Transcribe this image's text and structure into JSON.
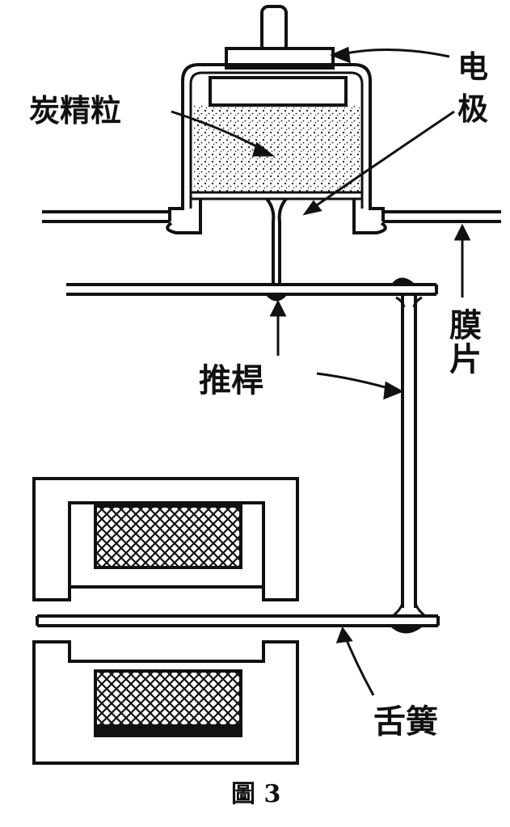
{
  "labels": {
    "carbon_granules": "炭精粒",
    "electrode_1": "电",
    "electrode_2": "极",
    "diaphragm_1": "膜",
    "diaphragm_2": "片",
    "push_rod": "推桿",
    "reed": "舌簧"
  },
  "caption": "圖 3",
  "colors": {
    "ink": "#111111",
    "paper": "#ffffff"
  }
}
